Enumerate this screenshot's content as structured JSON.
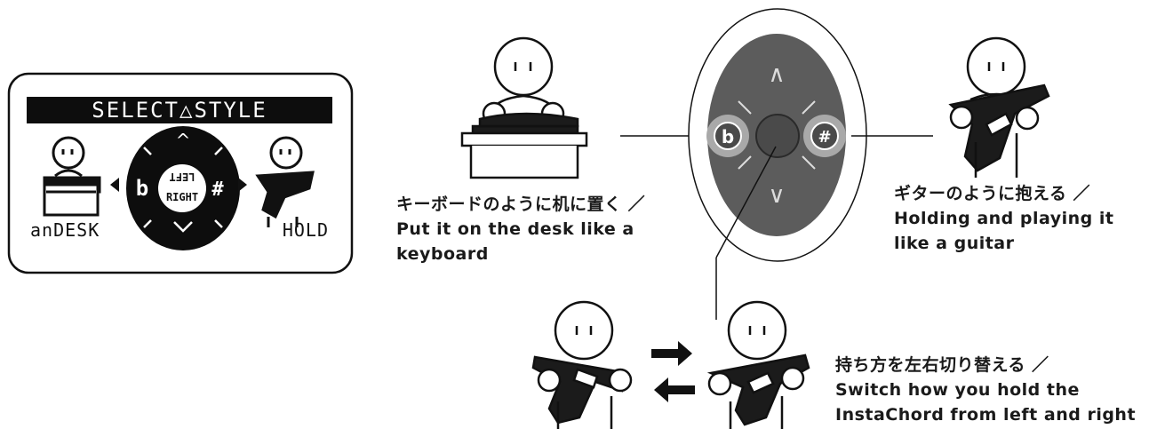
{
  "lcd": {
    "title": "SELECT△STYLE",
    "left_mode": "anDESK",
    "right_mode": "HOLD",
    "flat_symbol": "b",
    "sharp_symbol": "#",
    "center_top": "LEFT",
    "center_bottom": "RIGHT"
  },
  "dpad": {
    "up_symbol": "∧",
    "down_symbol": "∨",
    "left_symbol": "b",
    "right_symbol": "#"
  },
  "captions": {
    "desk": {
      "ja": "キーボードのように机に置く ／",
      "en_line1": "Put it on the desk like a",
      "en_line2": "keyboard"
    },
    "guitar": {
      "ja": "ギターのように抱える ／",
      "en_line1": "Holding and playing it",
      "en_line2": "like a guitar"
    },
    "switch": {
      "ja": "持ち方を左右切り替える ／",
      "en_line1": "Switch how you hold the",
      "en_line2": "InstaChord from left and right"
    }
  },
  "colors": {
    "lcd_dark": "#0d0d0d",
    "pad_dark": "#5c5c5c",
    "pad_ring": "#a9a9a9",
    "instrument": "#1b1b1b"
  }
}
